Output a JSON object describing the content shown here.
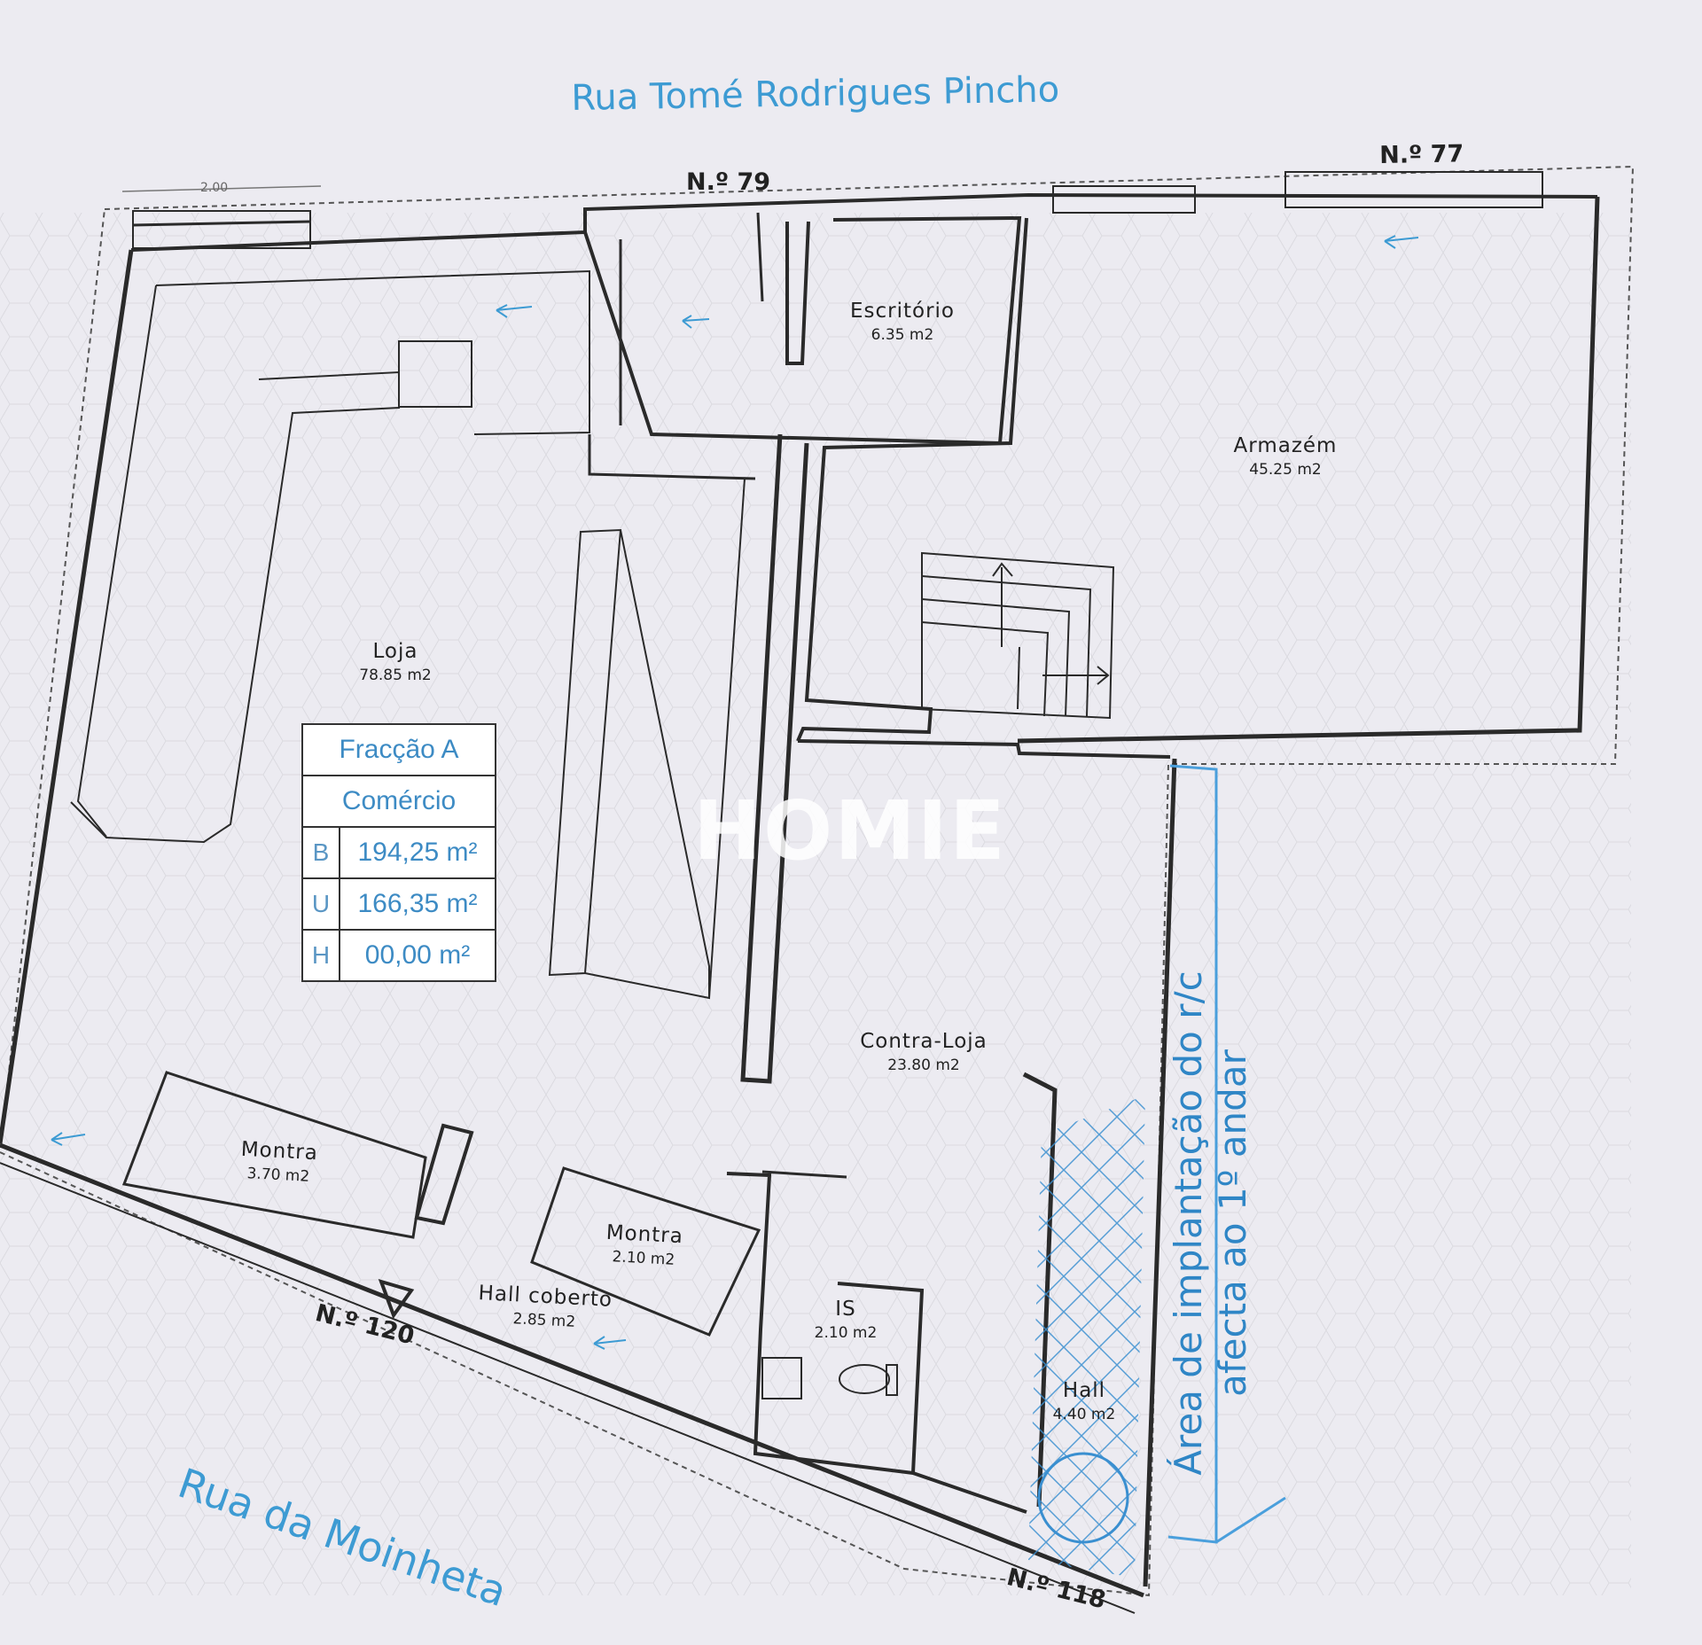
{
  "streets": {
    "top": "Rua Tomé Rodrigues Pincho",
    "bottom": "Rua da Moinheta"
  },
  "door_numbers": {
    "n79": "N.º 79",
    "n77": "N.º 77",
    "n120": "N.º 120",
    "n118": "N.º 118"
  },
  "dimension_label": "2.00",
  "rooms": {
    "escritorio": {
      "name": "Escritório",
      "area": "6.35 m2"
    },
    "armazem": {
      "name": "Armazém",
      "area": "45.25 m2"
    },
    "loja": {
      "name": "Loja",
      "area": "78.85 m2"
    },
    "contra_loja": {
      "name": "Contra-Loja",
      "area": "23.80 m2"
    },
    "montra_1": {
      "name": "Montra",
      "area": "3.70 m2"
    },
    "montra_2": {
      "name": "Montra",
      "area": "2.10 m2"
    },
    "hall_coberto": {
      "name": "Hall coberto",
      "area": "2.85 m2"
    },
    "wc": {
      "name": "IS",
      "area": "2.10 m2"
    },
    "hall": {
      "name": "Hall",
      "area": "4.40 m2"
    }
  },
  "fraction_table": {
    "title": "Fracção A",
    "use": "Comércio",
    "rows": [
      {
        "key": "B",
        "value": "194,25 m²"
      },
      {
        "key": "U",
        "value": "166,35 m²"
      },
      {
        "key": "H",
        "value": "00,00 m²"
      }
    ]
  },
  "side_note": {
    "line1": "Área de implantação do r/c",
    "line2": "afecta ao 1º andar"
  },
  "watermark": "HOMIE",
  "colors": {
    "paper": "#ecebf1",
    "ink": "#2a2a2a",
    "street_blue": "#3d9bd3"
  }
}
